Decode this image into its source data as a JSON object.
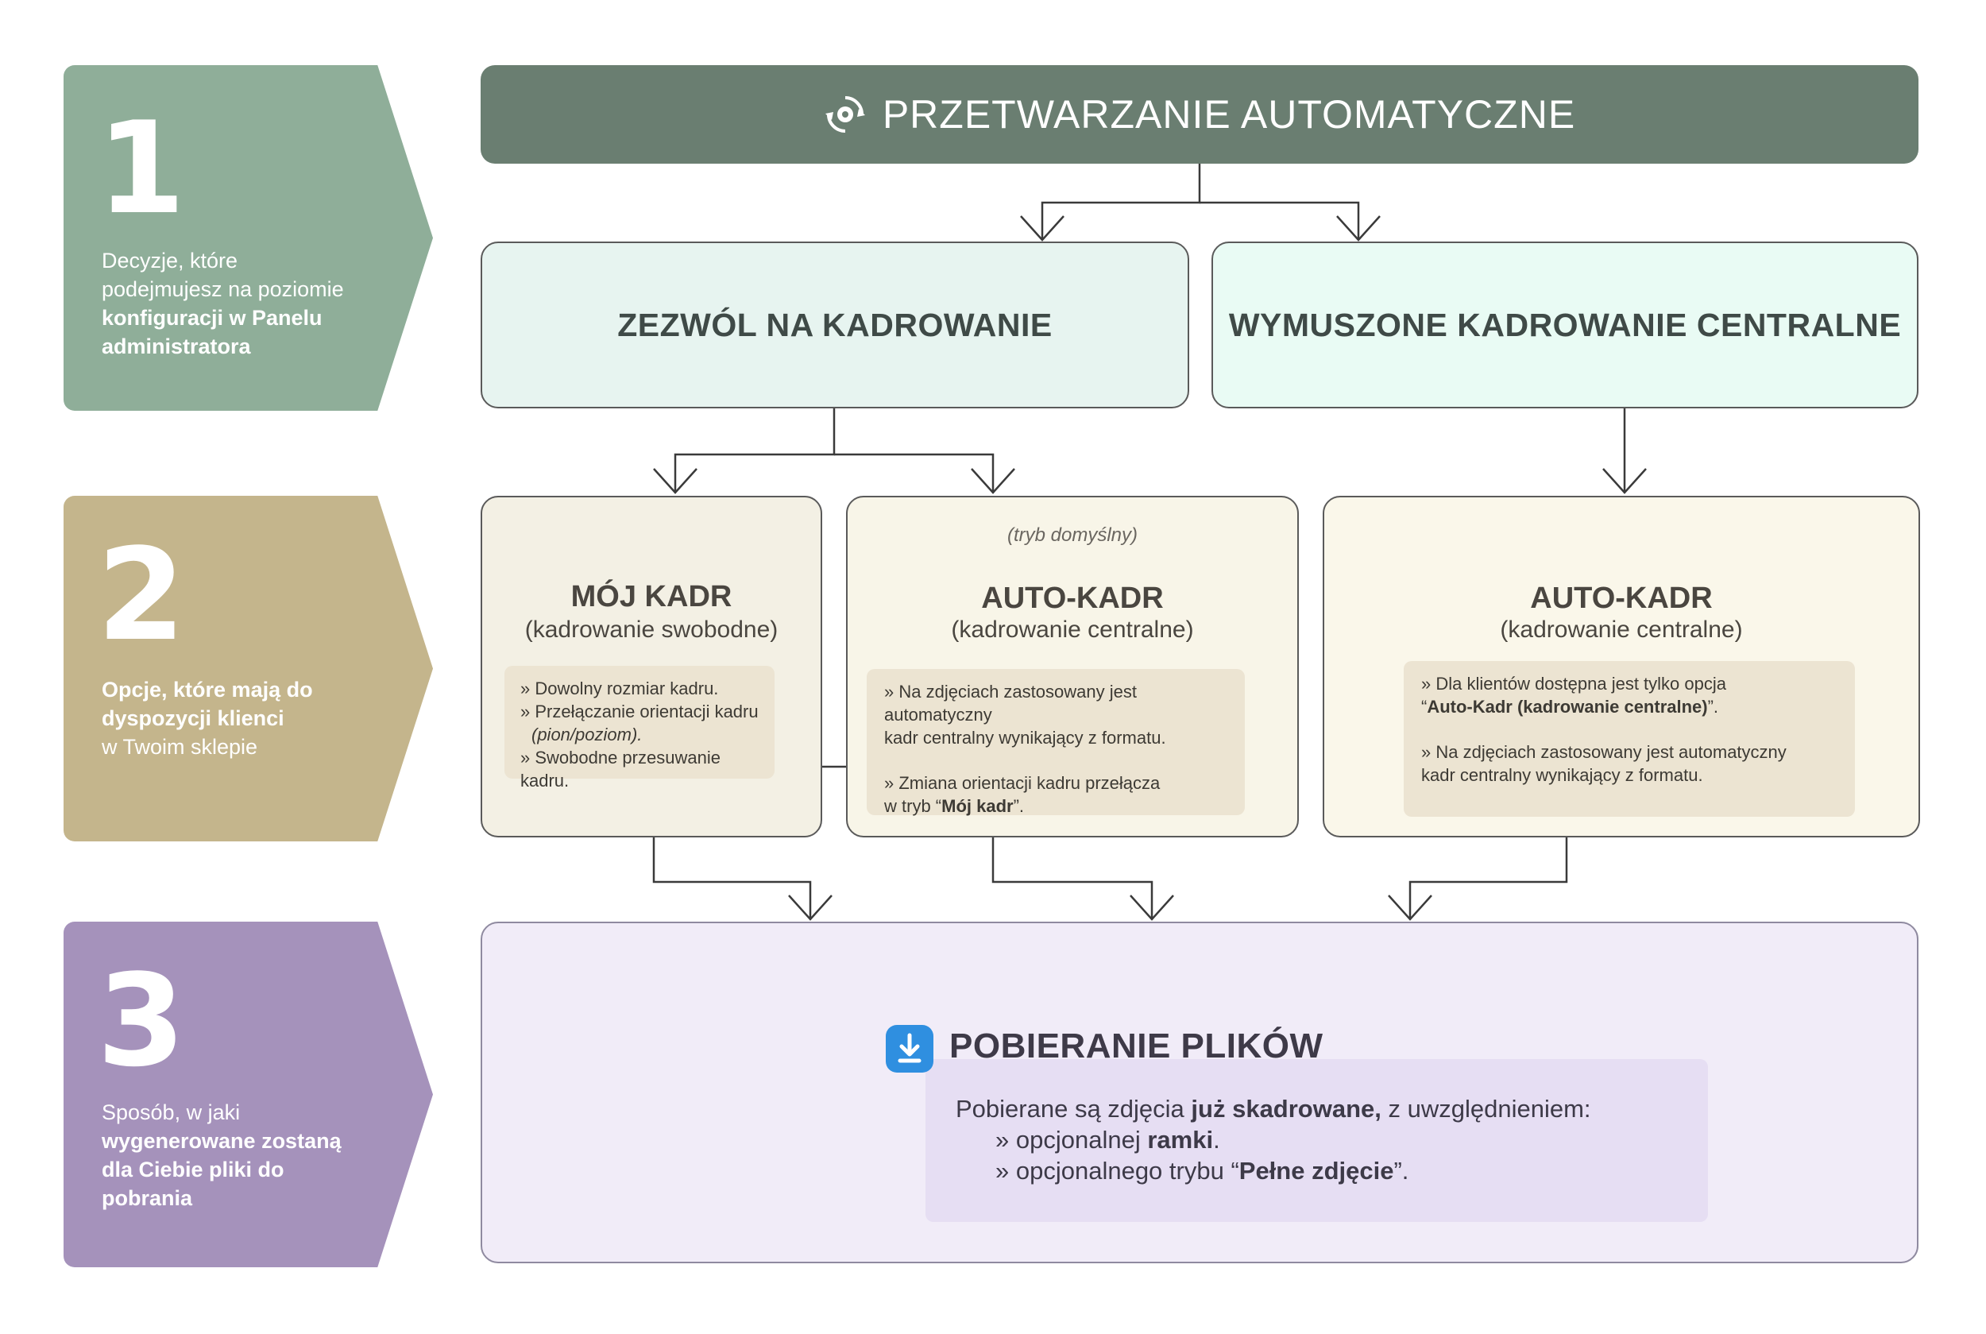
{
  "steps": [
    {
      "num": "1",
      "lines": [
        "Decyzje, które",
        "podejmujesz na poziomie"
      ],
      "bold_lines": [
        "konfiguracji w Panelu",
        "administratora"
      ],
      "color": "#8fae99"
    },
    {
      "num": "2",
      "bold_lines": [
        "Opcje, które mają do",
        "dyspozycji klienci"
      ],
      "lines": [
        "w Twoim sklepie"
      ],
      "color": "#c4b58c"
    },
    {
      "num": "3",
      "lines": [
        "Sposób, w jaki"
      ],
      "bold_lines": [
        "wygenerowane zostaną",
        "dla Ciebie pliki do pobrania"
      ],
      "color": "#a592bb"
    }
  ],
  "header": {
    "title": "PRZETWARZANIE AUTOMATYCZNE",
    "icon": "auto-process-icon"
  },
  "level1": {
    "allow": "ZEZWÓL NA KADROWANIE",
    "forced": "WYMUSZONE KADROWANIE CENTRALNE"
  },
  "options": {
    "moj_kadr": {
      "title": "MÓJ KADR",
      "subtitle": "(kadrowanie swobodne)",
      "bullets": [
        "» Dowolny rozmiar kadru.",
        "» Przełączanie orientacji kadru",
        "(pion/poziom).",
        "» Swobodne przesuwanie kadru."
      ]
    },
    "auto_default": {
      "badge": "(tryb domyślny)",
      "title": "AUTO-KADR",
      "subtitle": "(kadrowanie centralne)",
      "note1_a": "»  Na zdjęciach zastosowany jest automatyczny",
      "note1_b": "kadr centralny wynikający z formatu.",
      "note2_a": "»  Zmiana orientacji kadru przełącza",
      "note2_b_prefix": "w tryb “",
      "note2_b_bold": "Mój kadr",
      "note2_b_suffix": "”."
    },
    "auto_forced": {
      "title": "AUTO-KADR",
      "subtitle": "(kadrowanie centralne)",
      "note1_a": "»  Dla klientów dostępna jest tylko opcja",
      "note1_b_prefix": "“",
      "note1_b_bold": "Auto-Kadr (kadrowanie centralne)",
      "note1_b_suffix": "”.",
      "note2_a": "»  Na zdjęciach zastosowany jest automatyczny",
      "note2_b": "kadr centralny wynikający z formatu."
    }
  },
  "download": {
    "title": "POBIERANIE PLIKÓW",
    "icon": "download-icon",
    "line1_prefix": "Pobierane są zdjęcia ",
    "line1_bold": "już skadrowane,",
    "line1_suffix": " z uwzględnieniem:",
    "line2_prefix": "» opcjonalnej ",
    "line2_bold": "ramki",
    "line2_suffix": ".",
    "line3_prefix": "» opcjonalnego trybu “",
    "line3_bold": "Pełne zdjęcie",
    "line3_suffix": "”."
  },
  "colors": {
    "header": "#6a7e71",
    "level1": "#e8f6f1",
    "level2": "#f5f1e6",
    "final": "#f1ecf8",
    "download_icon": "#2f8fe0"
  }
}
